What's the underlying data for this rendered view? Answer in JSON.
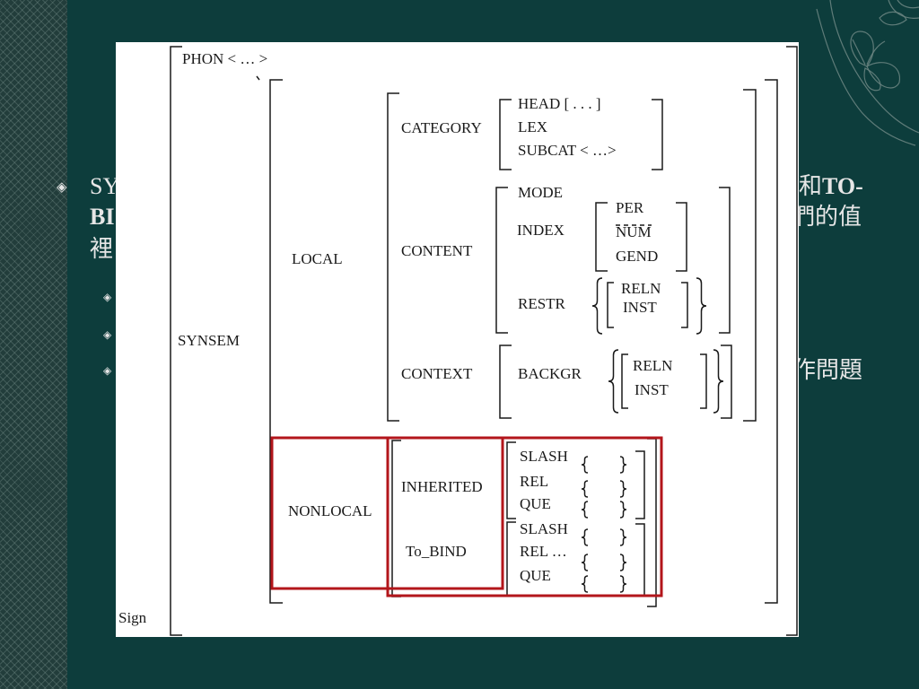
{
  "slide": {
    "bullet_symbol": "◈",
    "bullet1_line1_left": "SY",
    "bullet1_line1_right": "和",
    "bullet1_line1_right_bold": "TO-",
    "bullet1_line2_left_bold": "BI",
    "bullet1_line2_right": "們的值",
    "bullet1_line3_left": "裡",
    "sub_bullet_symbol": "◈",
    "sub_bullet3_right": "作問題"
  },
  "colors": {
    "slide_background": "#0d3d3c",
    "slide_text": "#e6e6e6",
    "figure_background": "#ffffff",
    "figure_ink": "#1a1a1a",
    "highlight_red": "#b3161b"
  },
  "avm": {
    "sign_label": "Sign",
    "phon": "PHON < … >",
    "synsem_label": "SYNSEM",
    "local": {
      "label": "LOCAL",
      "category": {
        "label": "CATEGORY",
        "head": "HEAD [ . . . ]",
        "lex": "LEX",
        "subcat": "SUBCAT < …>"
      },
      "content": {
        "label": "CONTENT",
        "mode": "MODE",
        "index": {
          "label": "INDEX",
          "per": "PER",
          "num": "NUM",
          "gend": "GEND"
        },
        "restr": {
          "label": "RESTR",
          "reln": "RELN",
          "inst": "INST"
        }
      },
      "context": {
        "label": "CONTEXT",
        "backgr": {
          "label": "BACKGR",
          "reln": "RELN",
          "inst": "INST"
        }
      }
    },
    "nonlocal": {
      "label": "NONLOCAL",
      "inherited": {
        "label": "INHERITED",
        "slash": "SLASH",
        "rel": "REL",
        "que": "QUE"
      },
      "to_bind": {
        "label": "To_BIND",
        "slash": "SLASH",
        "rel": "REL …",
        "que": "QUE"
      }
    }
  }
}
